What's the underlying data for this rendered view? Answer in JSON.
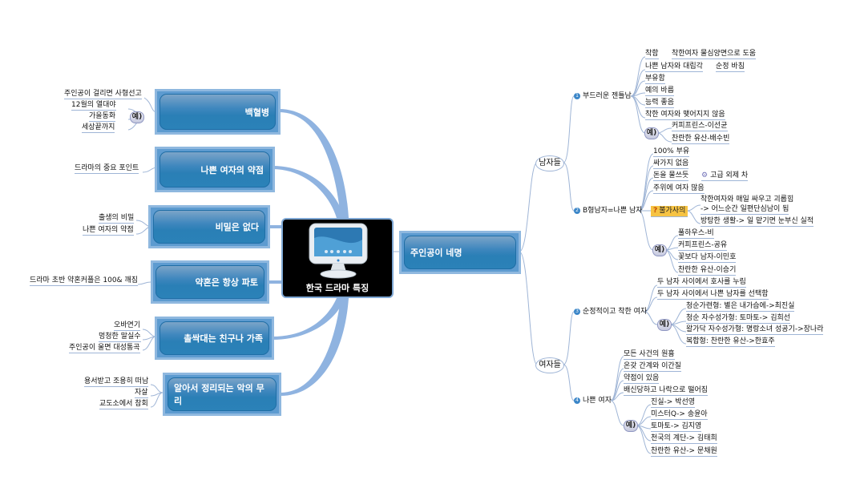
{
  "central": {
    "title": "한국 드라마 특징",
    "icon": "monitor-icon"
  },
  "left_topics": [
    {
      "label": "백혈병",
      "tag": "예)",
      "children": [
        "주인공이 걸리면 사형선고",
        "12월의 열대야",
        "가을동화",
        "세상끝까지"
      ]
    },
    {
      "label": "나쁜 여자의 약점",
      "children": [
        "드라마의 중요 포인트"
      ]
    },
    {
      "label": "비밀은 없다",
      "children": [
        "출생의 비밀",
        "나쁜 여자의 약점"
      ]
    },
    {
      "label": "약혼은 항상 파토",
      "children": [
        "드라마 초반 약혼커플은 100& 깨짐"
      ]
    },
    {
      "label": "촐싹대는 친구나 가족",
      "children": [
        "오바연기",
        "멍청한 말실수",
        "주인공이 울면 대성통곡"
      ]
    },
    {
      "label": "알아서 정리되는 악의 무리",
      "children": [
        "용서받고 조용히 떠남",
        "자살",
        "교도소에서 참회"
      ]
    }
  ],
  "right_topic": {
    "label": "주인공이 네명",
    "groups": [
      {
        "label": "남자들",
        "subs": [
          {
            "num": "1",
            "label": "부드러운 젠틀남",
            "items": [
              {
                "text": "착함",
                "extra": "착한여자 물심양면으로 도움"
              },
              {
                "text": "나쁜 남자와 대립각",
                "extra": "순정 바침"
              },
              {
                "text": "부유함"
              },
              {
                "text": "예의 바름"
              },
              {
                "text": "능력 좋음"
              },
              {
                "text": "착한 여자와 맺어지지 않음"
              }
            ],
            "tag": "예)",
            "examples": [
              "커피프린스-이선균",
              "찬란한 유산-배수빈"
            ]
          },
          {
            "num": "2",
            "label": "B형남자=나쁜 남자",
            "items": [
              {
                "text": "100% 부유"
              },
              {
                "text": "싸가지 없음"
              },
              {
                "text": "돈을 물쓰듯",
                "extra": "고급 외제 차"
              },
              {
                "text": "주위에 여자 많음"
              }
            ],
            "question": {
              "label": "불가사의",
              "lines": [
                "착한여자와 매일 싸우고 괴롭힘",
                "-> 어느순간 일편단심남이 됨",
                "방탕한 생활-> 일 맡기면 눈부신 실적"
              ]
            },
            "tag": "예)",
            "examples": [
              "풀하우스-비",
              "커피프린스-공유",
              "꽃보다 남자-이민호",
              "찬란한 유산-이승기"
            ]
          }
        ]
      },
      {
        "label": "여자들",
        "subs": [
          {
            "num": "3",
            "label": "순정적이고 착한 여자",
            "items": [
              {
                "text": "두 남자 사이에서 호사를 누림"
              },
              {
                "text": "두 남자 사이에서 나쁜 남자를 선택함"
              }
            ],
            "tag": "예)",
            "examples": [
              "청순가련형: 별은 내가슴에->최진실",
              "청순 자수성가형: 토마토-> 김희선",
              "왈가닥 자수성가형: 명랑소녀 성공기->장나라",
              "복합형: 찬란한 유산->한효주"
            ]
          },
          {
            "num": "4",
            "label": "나쁜 여자",
            "items": [
              {
                "text": "모든 사건의 원흉"
              },
              {
                "text": "온갖 간계와 이간질"
              },
              {
                "text": "약점이 있음"
              },
              {
                "text": "배신당하고 나락으로 떨어짐"
              }
            ],
            "tag": "예)",
            "examples": [
              "진실-> 박선영",
              "미스터Q-> 송윤아",
              "토마토-> 김지영",
              "천국의 계단-> 김태희",
              "찬란한 유산-> 문채원"
            ]
          }
        ]
      }
    ]
  },
  "colors": {
    "topic_blue": "#2b82b8",
    "link_blue": "#8fb3e0",
    "thin_link": "#9fb5d6",
    "question_bg": "#f6c343"
  }
}
